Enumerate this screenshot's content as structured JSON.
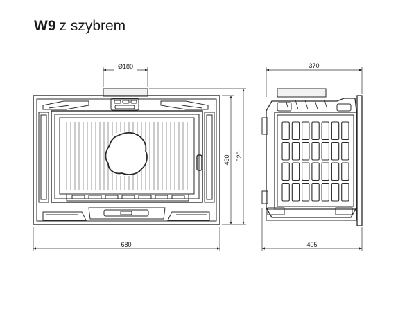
{
  "title": {
    "model": "W9",
    "variant": "z szybrem"
  },
  "dimensions": {
    "flue_diameter": "Ø180",
    "front_width": "680",
    "front_height_inner": "490",
    "front_height_total": "520",
    "side_depth_top": "370",
    "side_depth_bottom": "405"
  }
}
